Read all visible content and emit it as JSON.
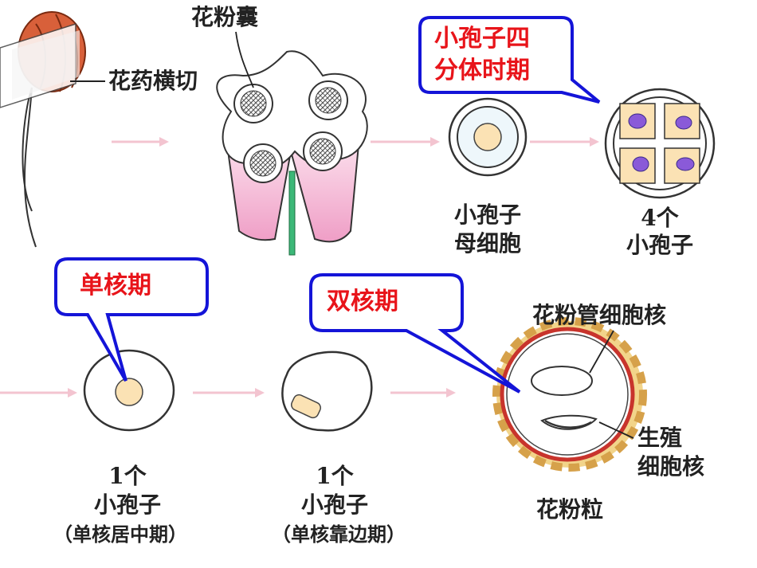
{
  "labels": {
    "pollen_sac": "花粉囊",
    "anther_cross_section": "花药横切",
    "microspore_mother_cell_line1": "小孢子",
    "microspore_mother_cell_line2": "母细胞",
    "four_microspores_line1": "4个",
    "four_microspores_line2": "小孢子",
    "pollen_tube_nucleus": "花粉管细胞核",
    "generative_nucleus_line1": "生殖",
    "generative_nucleus_line2": "细胞核",
    "pollen_grain": "花粉粒",
    "stage_central_line1": "1个",
    "stage_central_line2": "小孢子",
    "stage_central_line3": "（单核居中期）",
    "stage_side_line1": "1个",
    "stage_side_line2": "小孢子",
    "stage_side_line3": "（单核靠边期）"
  },
  "callouts": {
    "tetrad_line1": "小孢子四",
    "tetrad_line2": "分体时期",
    "uninucleate": "单核期",
    "binucleate": "双核期"
  },
  "colors": {
    "callout_border": "#1414d8",
    "callout_text": "#e8141a",
    "arrow": "#f3c4d0",
    "flower_bud": "#d8603a",
    "anther_pink": "#f2b6d2",
    "cytoplasm": "#fbe2b4",
    "nucleus_purple": "#8a5ad8",
    "pollen_wall": "#c8342c"
  }
}
